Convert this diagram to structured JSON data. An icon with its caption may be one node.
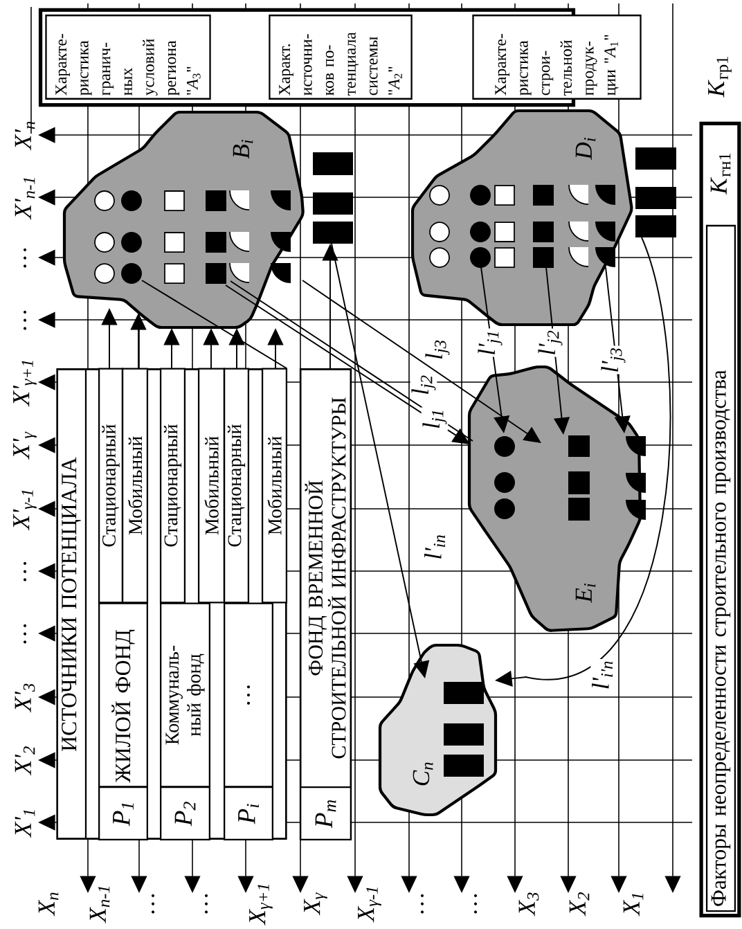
{
  "diagram": {
    "nodes": [
      {
        "text": [],
        "shape": "box"
      },
      {
        "text": [
          "Характе- ристика гранич- ных условий региона \"*A*$_{3}$\""
        ],
        "in": 0
      },
      {
        "text": [
          "Характ. источни- ков по- тенциала системы \"*A*$_{2}$\""
        ],
        "in": 0
      },
      {
        "text": [
          "Характе- ристика строи- тельной продук- ции \"*A*$_{1}$\""
        ]
      },
      {
        "text": [
          "ИСТОЧНИКИ ПОТЕНЦИАЛА"
        ]
      },
      {
        "text": [
          "P$_{1}$"
        ],
        "in": 4
      },
      {
        "text": [
          "ЖИЛОЙ ФОНД"
        ],
        "in": 4
      },
      {
        "text": [
          "Стационарный"
        ],
        "in": 4
      },
      {
        "text": [
          "Мобильный"
        ],
        "in": 4
      },
      {
        "text": [
          "P$_{2}$"
        ],
        "in": 4
      },
      {
        "text": [
          "Коммуналь- ный фонд"
        ],
        "in": 4
      },
      {
        "text": [
          "Стационарный"
        ],
        "in": 4
      },
      {
        "text": [
          "Мобильный"
        ],
        "in": 4
      },
      {
        "text": [
          "P$_{i}$"
        ],
        "in": 4
      },
      {
        "text": [
          "…"
        ],
        "in": 4
      },
      {
        "text": [
          "Стационарный"
        ],
        "in": 4
      },
      {
        "text": [
          "Мобильный"
        ],
        "in": 4
      },
      {
        "text": [
          "ФОНД ВРЕМЕННОЙ СТРОИТЕЛЬНОЙ ИНФРАСТРУКТУРЫ"
        ]
      },
      {
        "text": [
          "P$_{m}$"
        ],
        "in": 17
      },
      {
        "text": [
          "B$_{i}$"
        ]
      },
      {
        "text": [
          "D$_{i}$"
        ]
      },
      {
        "text": [
          "E$_{i}$"
        ]
      },
      {
        "text": [
          "C$_{n}$"
        ]
      },
      {
        "text": [],
        "shape": "bar"
      },
      {
        "text": [],
        "shape": "bar"
      },
      {
        "text": [
          "*K*$_{гн1}$"
        ]
      },
      {
        "text": [
          "Факторы неопределенности строительного производства"
        ],
        "in": 25
      }
    ],
    "edges": [
      {
        "from": 4,
        "to": 19,
        "arrow": "none"
      },
      {
        "from": 7,
        "to": 19,
        "arrow": "to"
      },
      {
        "from": 8,
        "to": 19,
        "arrow": "to"
      },
      {
        "from": 11,
        "to": 19,
        "arrow": "to"
      },
      {
        "from": 12,
        "to": 19,
        "arrow": "to"
      },
      {
        "from": 15,
        "to": 19,
        "arrow": "to"
      },
      {
        "from": 16,
        "to": 19,
        "arrow": "to"
      },
      {
        "from": 17,
        "to": 23,
        "arrow": "to"
      },
      {
        "from": 19,
        "to": 21,
        "arrow": "to",
        "label": "l$_{j1}$"
      },
      {
        "from": 19,
        "to": 21,
        "arrow": "none",
        "label": "l$_{j2}$"
      },
      {
        "from": 19,
        "to": 21,
        "arrow": "to",
        "label": "l$_{j3}$"
      },
      {
        "from": 20,
        "to": 21,
        "arrow": "to",
        "label": "l'$_{j1}$"
      },
      {
        "from": 20,
        "to": 21,
        "arrow": "to",
        "label": "l'$_{j2}$"
      },
      {
        "from": 20,
        "to": 21,
        "arrow": "to",
        "label": "l'$_{j3}$"
      },
      {
        "from": 23,
        "to": 22,
        "arrow": "to",
        "label": "l'$_{in}$"
      },
      {
        "from": 24,
        "to": 22,
        "arrow": "to",
        "label": "l'$_{i'n}$"
      }
    ],
    "labels": [
      "*K*$_{гр1}$",
      "X'$_{n}$",
      "X'$_{n-1}$",
      "…",
      "…",
      "X'$_{γ+1}$",
      "X'$_{γ}$",
      "X'$_{γ-1}$",
      "…",
      "…",
      "X'$_{3}$",
      "X'$_{2}$",
      "X'$_{1}$",
      "X$_{n}$",
      "X$_{n-1}$",
      "…",
      "…",
      "X$_{γ+1}$",
      "X$_{γ}$",
      "X$_{γ-1}$",
      "…",
      "…",
      "X$_{3}$",
      "X$_{2}$",
      "X$_{1}$"
    ]
  }
}
